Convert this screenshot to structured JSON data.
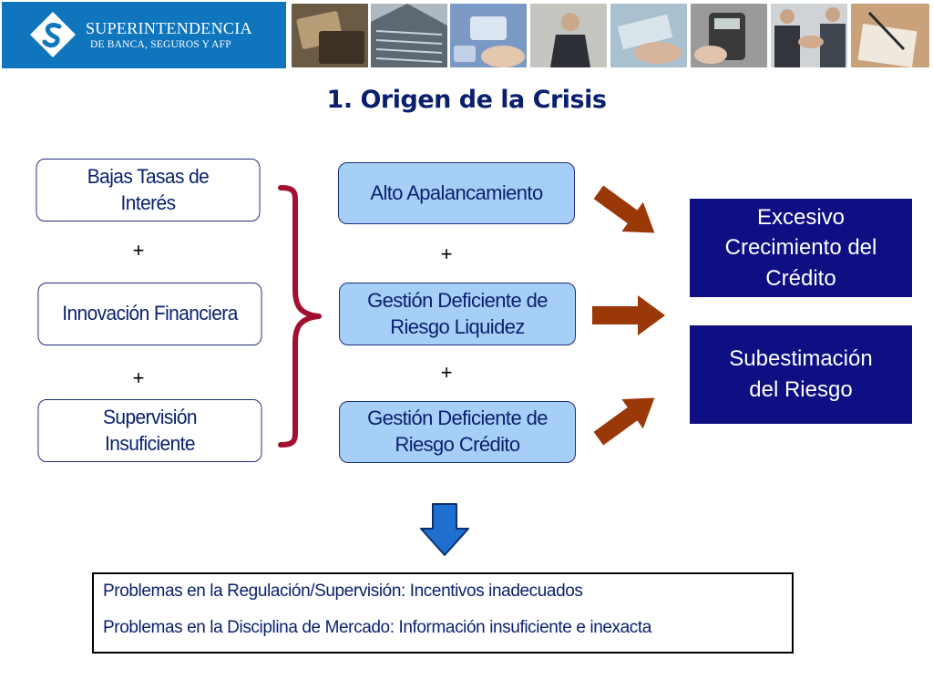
{
  "header": {
    "logo_line1": "SUPERINTENDENCIA",
    "logo_line2": "DE BANCA, SEGUROS Y AFP",
    "photos": [
      "credit-card-photo",
      "building-photo",
      "keyboard-enter-photo",
      "businessman-photo",
      "money-hand-photo",
      "card-terminal-photo",
      "handshake-photo",
      "writing-photo"
    ]
  },
  "title": "1. Origen de la Crisis",
  "causes": [
    {
      "line1": "Bajas Tasas de",
      "line2": "Interés"
    },
    {
      "line1": "Innovación Financiera",
      "line2": ""
    },
    {
      "line1": "Supervisión",
      "line2": "Insuficiente"
    }
  ],
  "middle": [
    {
      "line1": "Alto Apalancamiento",
      "line2": ""
    },
    {
      "line1": "Gestión Deficiente de",
      "line2": "Riesgo Liquidez"
    },
    {
      "line1": "Gestión Deficiente de",
      "line2": "Riesgo Crédito"
    }
  ],
  "effects": [
    {
      "line1": "Excesivo",
      "line2": "Crecimiento del",
      "line3": "Crédito"
    },
    {
      "line1": "Subestimación",
      "line2": "del Riesgo"
    }
  ],
  "plus_sign": "+",
  "conclusion": [
    "Problemas en la Regulación/Supervisión: Incentivos inadecuados",
    "Problemas en la Disciplina de Mercado: Información insuficiente e inexacta"
  ],
  "colors": {
    "logo_blue": "#0f75bd",
    "title_navy": "#0a1f6e",
    "middle_fill": "#a6cff7",
    "effect_fill": "#0f0e82",
    "brace_red": "#a3102f",
    "arrow_brown": "#9b3808",
    "down_arrow_blue": "#1e6fcf"
  }
}
